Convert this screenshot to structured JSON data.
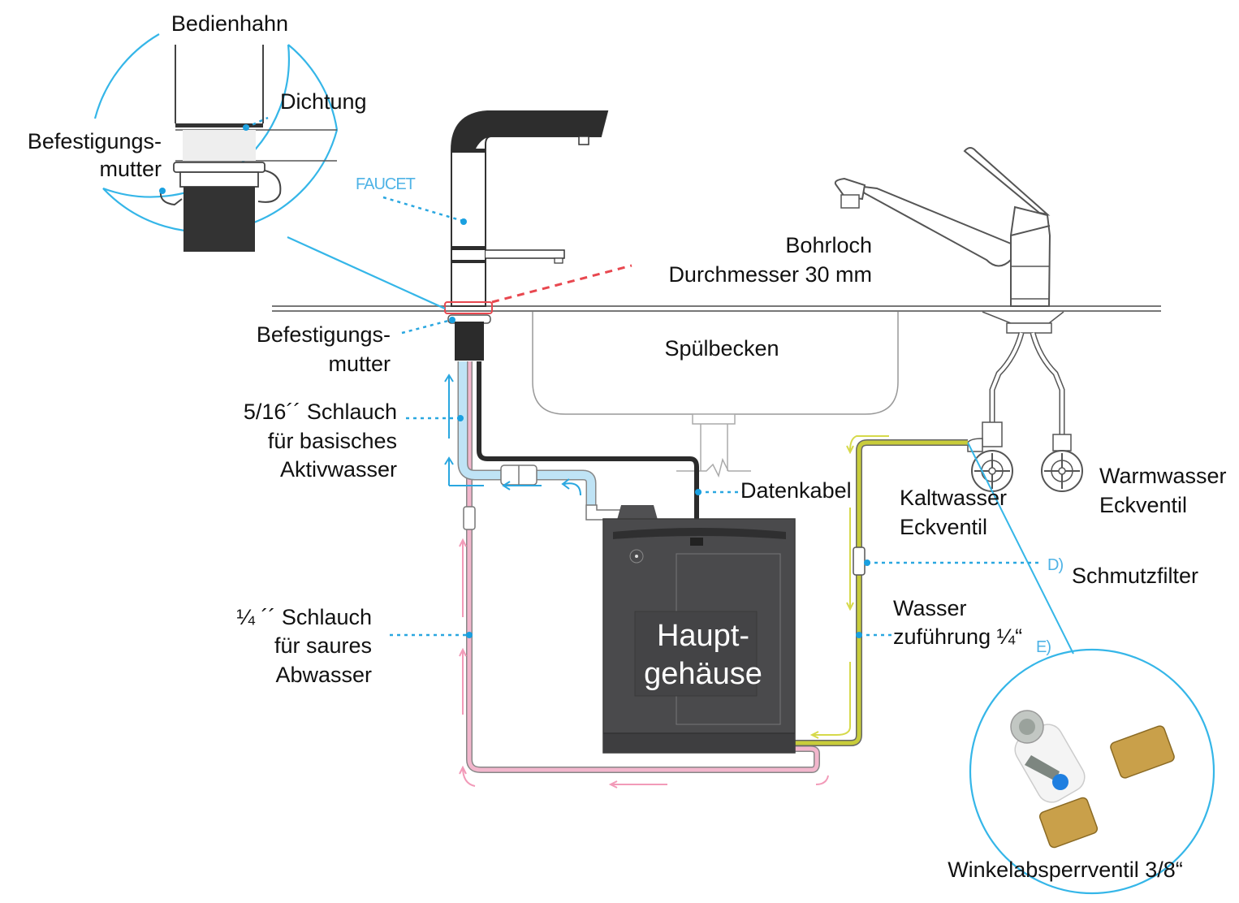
{
  "diagram": {
    "title": "Installationsschema Wasserionisierer unter der Spüle",
    "colors": {
      "callout_circle": "#35b6e8",
      "leader_line": "#2aa7e0",
      "alkaline_hose": "#bfe3f5",
      "acid_hose": "#f2b6cc",
      "supply_hose": "#c8cc3a",
      "data_cable": "#2b2b2b",
      "main_housing": "#4a4a4c",
      "drill_hole_marker": "#e8474f"
    },
    "labels": {
      "bedienhahn": "Bedienhahn",
      "dichtung": "Dichtung",
      "befestigungsmutter_top_1": "Befestigungs-",
      "befestigungsmutter_top_2": "mutter",
      "faucet": "FAUCET",
      "bohrloch_1": "Bohrloch",
      "bohrloch_2": "Durchmesser 30 mm",
      "befestigungsmutter_mid_1": "Befestigungs-",
      "befestigungsmutter_mid_2": "mutter",
      "spuelbecken": "Spülbecken",
      "schlauch_basisch_1": "5/16´´ Schlauch",
      "schlauch_basisch_2": "für basisches",
      "schlauch_basisch_3": "Aktivwasser",
      "datenkabel": "Datenkabel",
      "kaltwasser_1": "Kaltwasser",
      "kaltwasser_2": "Eckventil",
      "warmwasser_1": "Warmwasser",
      "warmwasser_2": "Eckventil",
      "schmutzfilter": "Schmutzfilter",
      "schmutzfilter_marker": "D)",
      "wasser_1": "Wasser",
      "wasser_2": "zuführung ¼“",
      "wasser_marker": "E)",
      "schlauch_sauer_1": "¼ ´´ Schlauch",
      "schlauch_sauer_2": "für saures",
      "schlauch_sauer_3": "Abwasser",
      "hauptgehaeuse_1": "Haupt-",
      "hauptgehaeuse_2": "gehäuse",
      "winkelabsperrventil": "Winkelabsperrventil 3/8“"
    }
  }
}
